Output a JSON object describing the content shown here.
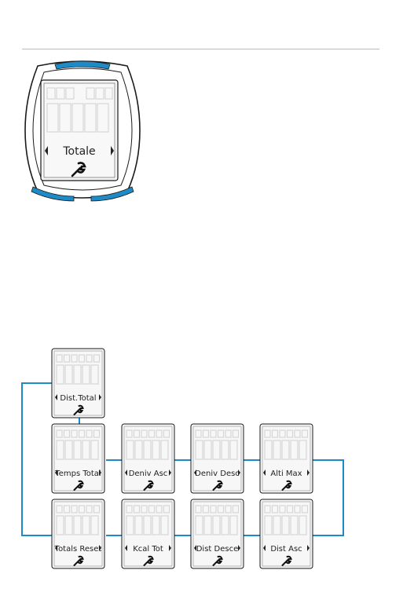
{
  "main_screen": {
    "label": "Totale",
    "icon": "wrench-icon"
  },
  "accent_color": "#1f8bc6",
  "flow": {
    "screens": [
      {
        "id": "dist-total",
        "label": "Dist.Total"
      },
      {
        "id": "temps-total",
        "label": "Temps Total"
      },
      {
        "id": "deniv-asc",
        "label": "Deniv Asc"
      },
      {
        "id": "deniv-desc",
        "label": "Deniv Desc"
      },
      {
        "id": "alti-max",
        "label": "Alti Max"
      },
      {
        "id": "totals-reset",
        "label": "Totals Reset"
      },
      {
        "id": "kcal-tot",
        "label": "Kcal Tot"
      },
      {
        "id": "dist-desce",
        "label": "Dist Desce"
      },
      {
        "id": "dist-asc",
        "label": "Dist Asc"
      }
    ]
  }
}
